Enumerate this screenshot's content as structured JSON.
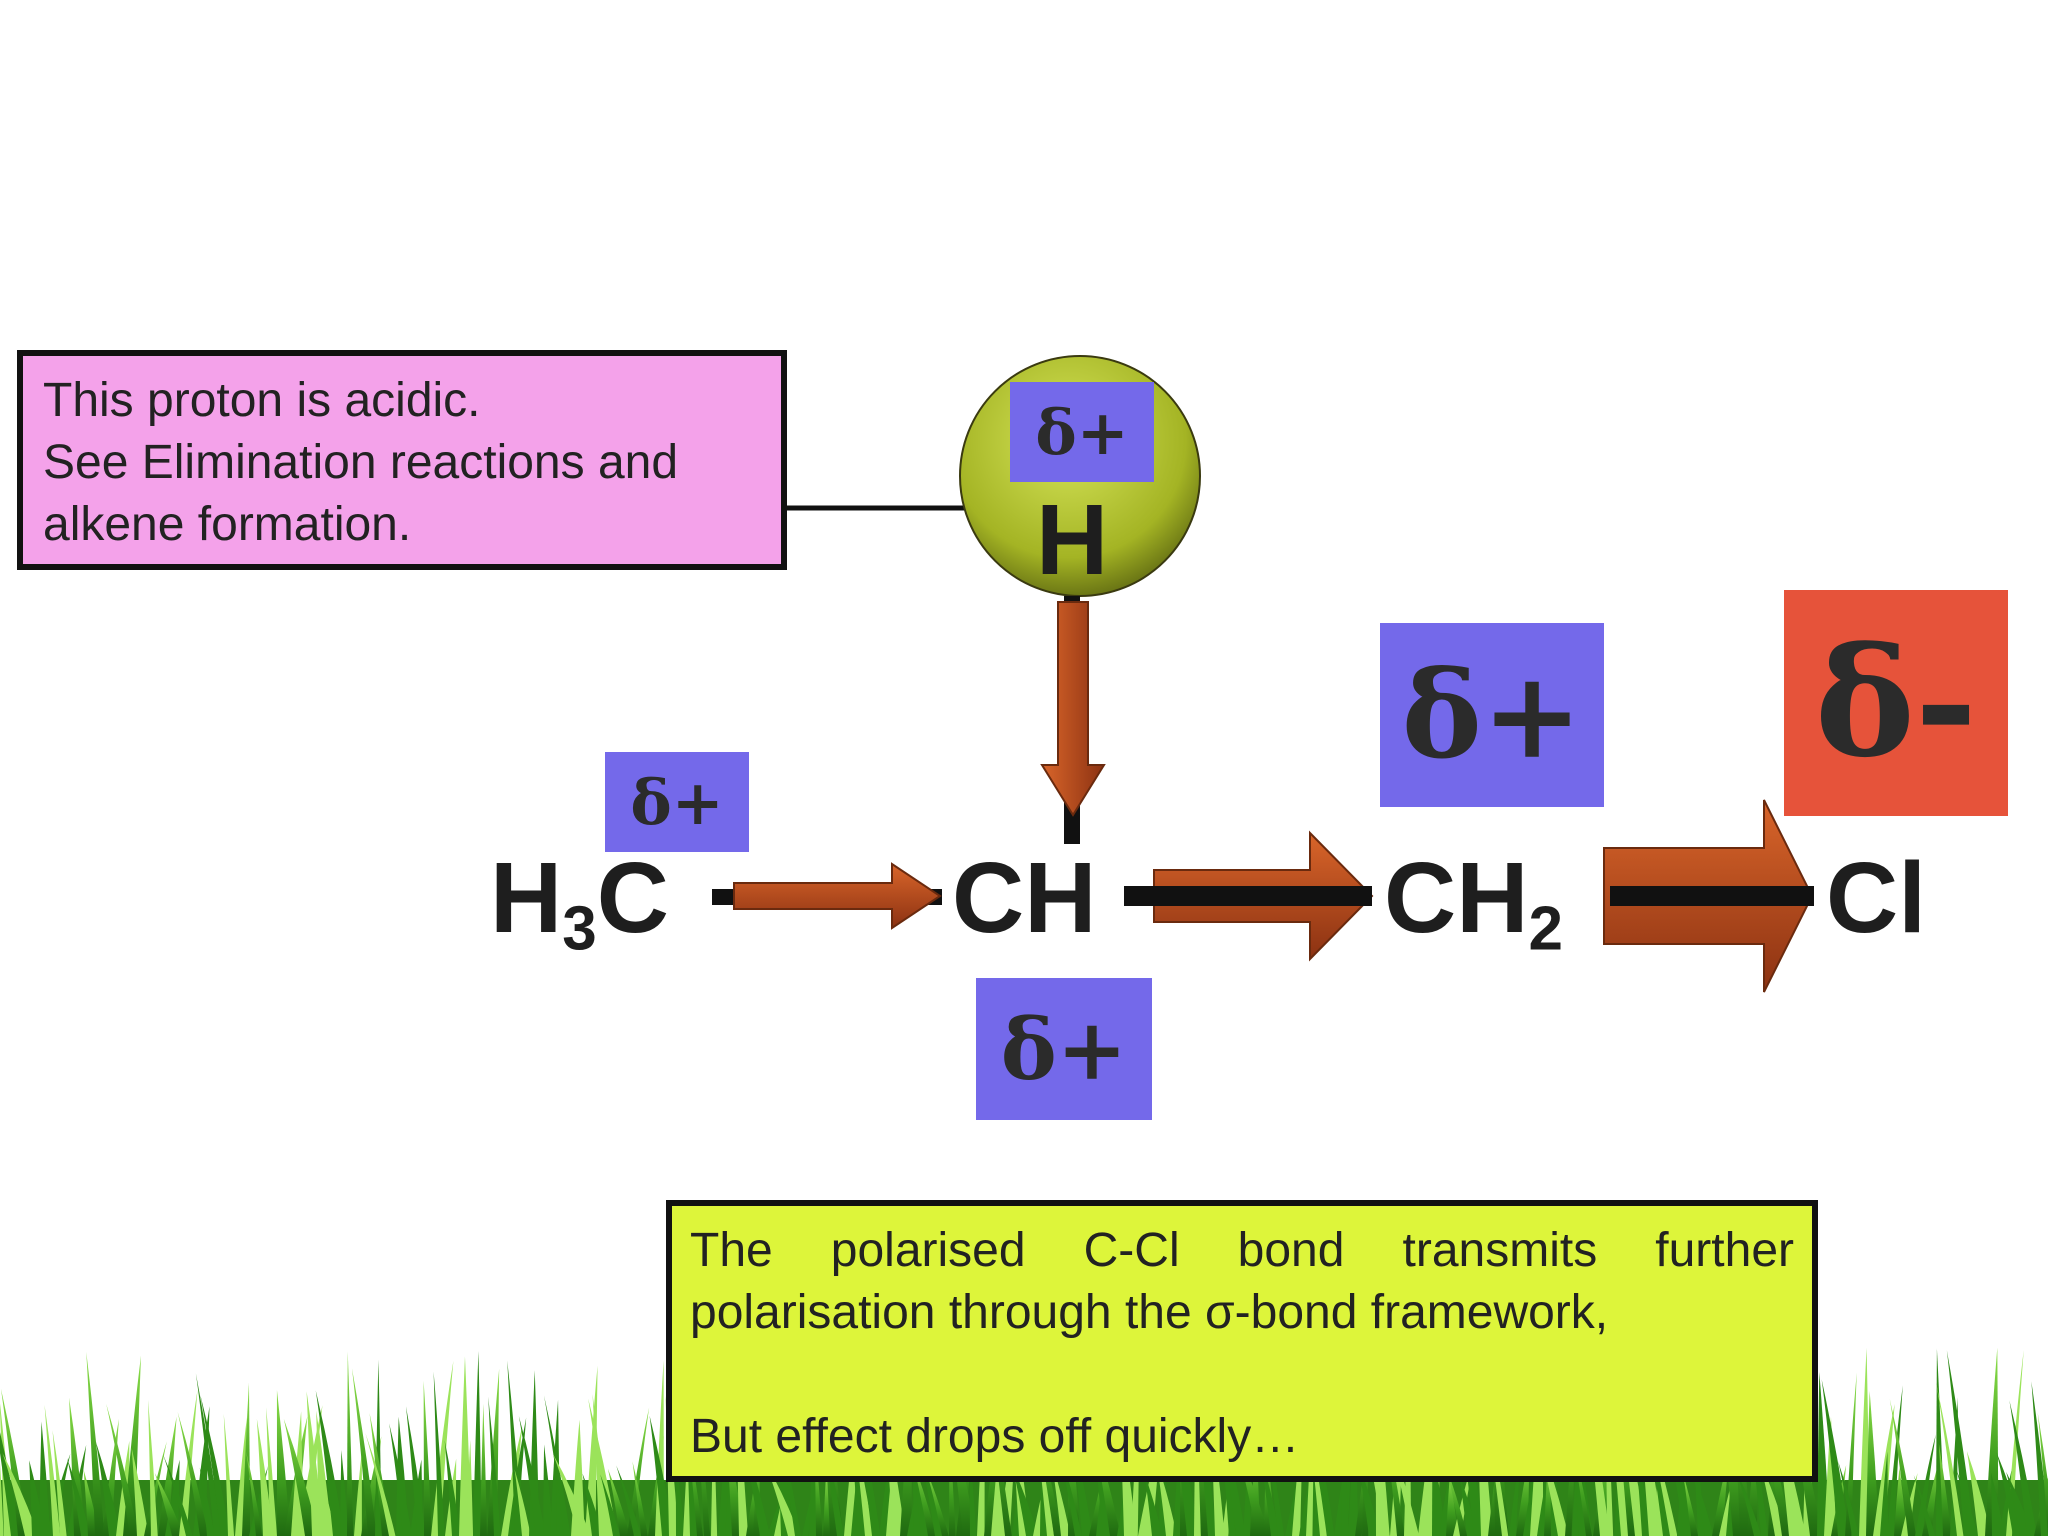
{
  "callouts": {
    "acidic_proton": {
      "lines": [
        "This proton is acidic.",
        "See Elimination reactions and",
        "alkene formation."
      ]
    },
    "polarisation": {
      "line1": "The polarised C-Cl bond transmits further",
      "line2": "polarisation through the σ-bond framework,",
      "line3": "But effect drops off quickly…"
    }
  },
  "molecule": {
    "atoms": {
      "h3c_main": "H",
      "h3c_sub": "3",
      "h3c_end": "C",
      "ch": "CH",
      "ch2_main": "CH",
      "ch2_sub": "2",
      "cl": "Cl",
      "h": "H"
    },
    "charges": {
      "h": "δ+",
      "h3c": "δ+",
      "ch": "δ+",
      "ch2": "δ+",
      "cl": "δ-"
    }
  },
  "colors": {
    "delta_plus_box": "#7469ea",
    "delta_minus_box": "#e6533a",
    "acidic_callout_bg": "#f4a2ea",
    "polarisation_callout_bg": "#ddf53a",
    "arrow_fill": "#c24a1c",
    "h_circle": "#a6b62a"
  }
}
